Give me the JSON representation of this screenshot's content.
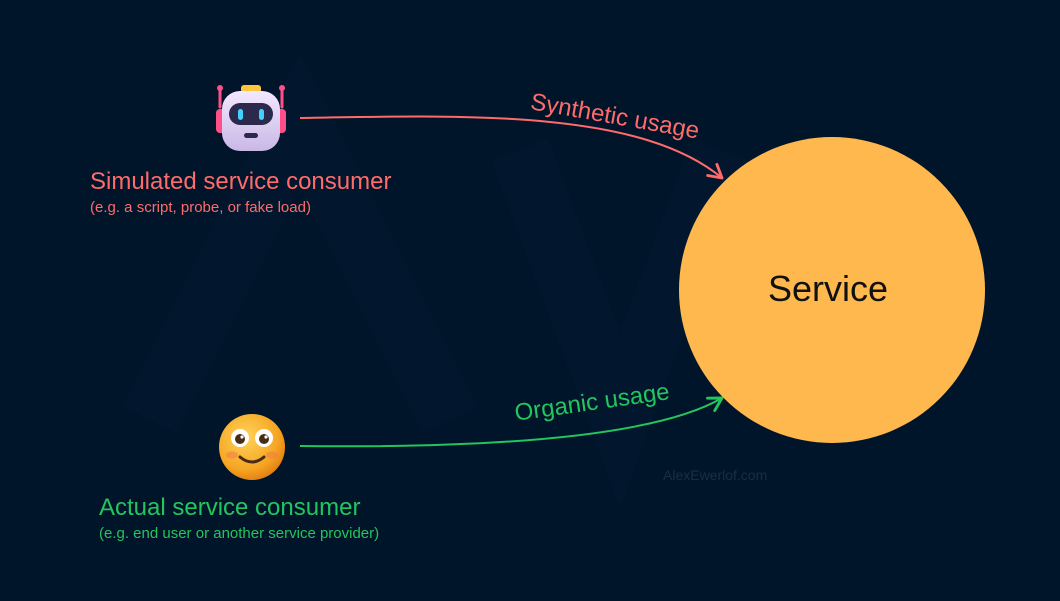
{
  "colors": {
    "background": "#01152a",
    "synthetic": "#ff6b6b",
    "organic": "#22c55e",
    "service_fill": "#ffb84d",
    "service_text": "#111111"
  },
  "simulated_consumer": {
    "icon": "robot-icon",
    "title": "Simulated service consumer",
    "subtitle": "(e.g. a script, probe, or fake load)"
  },
  "actual_consumer": {
    "icon": "smiling-face-icon",
    "title": "Actual service consumer",
    "subtitle": "(e.g. end user or another service provider)"
  },
  "edges": {
    "synthetic_label": "Synthetic usage",
    "organic_label": "Organic usage"
  },
  "service": {
    "label": "Service"
  },
  "watermark": "AlexEwerlof.com"
}
